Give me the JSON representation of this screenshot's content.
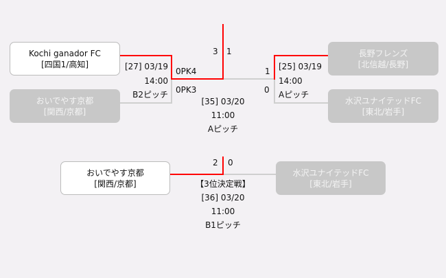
{
  "semifinal_left": {
    "team_top": {
      "name": "Kochi ganador FC",
      "region": "[四国1/高知]"
    },
    "team_bottom": {
      "name": "おいでやす京都",
      "region": "[関西/京都]"
    },
    "match": {
      "id_date": "[27] 03/19",
      "time": "14:00",
      "pitch": "B2ピッチ"
    },
    "pk_top": "0PK4",
    "pk_bottom": "0PK3"
  },
  "semifinal_right": {
    "team_top": {
      "name": "長野フレンズ",
      "region": "[北信越/長野]"
    },
    "team_bottom": {
      "name": "水沢ユナイテッドFC",
      "region": "[東北/岩手]"
    },
    "match": {
      "id_date": "[25] 03/19",
      "time": "14:00",
      "pitch": "Aピッチ"
    },
    "score_top": "1",
    "score_bottom": "0"
  },
  "final": {
    "score_left": "3",
    "score_right": "1",
    "match": {
      "id_date": "[35] 03/20",
      "time": "11:00",
      "pitch": "Aピッチ"
    }
  },
  "third_place": {
    "title": "【3位決定戦】",
    "team_left": {
      "name": "おいでやす京都",
      "region": "[関西/京都]"
    },
    "team_right": {
      "name": "水沢ユナイテッドFC",
      "region": "[東北/岩手]"
    },
    "score_left": "2",
    "score_right": "0",
    "match": {
      "id_date": "[36] 03/20",
      "time": "11:00",
      "pitch": "B1ピッチ"
    }
  },
  "colors": {
    "winner_line": "#ff0000",
    "loser_line": "#cfcfcf",
    "loser_box": "#c8c8c8"
  }
}
